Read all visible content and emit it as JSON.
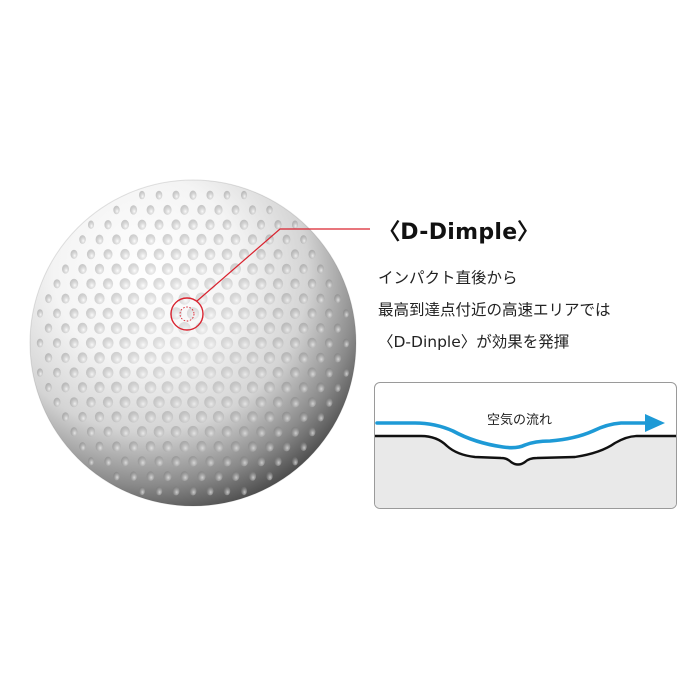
{
  "callout": {
    "title": "〈D-Dimple〉",
    "lines": [
      "インパクト直後から",
      "最高到達点付近の高速エリアでは",
      "〈D-Dinple〉が効果を発揮"
    ],
    "line_color": "#d9232f"
  },
  "diagram": {
    "flow_label": "空気の流れ",
    "arrow_color": "#1e9ad6",
    "surface_color": "#e9e9e9"
  },
  "ball": {
    "icon": "golf-ball-icon",
    "highlight": "dimple-marker"
  }
}
